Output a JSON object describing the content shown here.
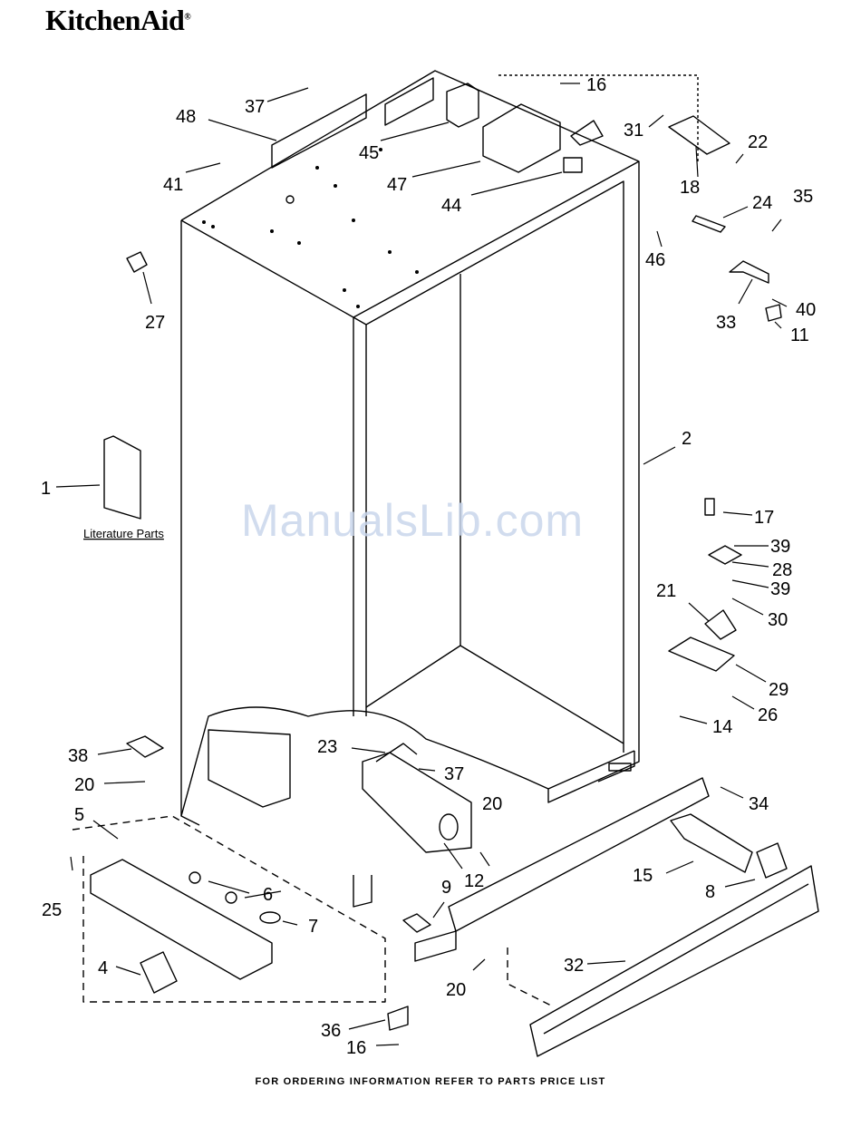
{
  "brand": {
    "name": "KitchenAid",
    "mark": "®"
  },
  "watermark": "ManualsLib.com",
  "footer": "FOR ORDERING INFORMATION REFER TO PARTS PRICE LIST",
  "literature_label": "Literature Parts",
  "callouts": {
    "c1": "1",
    "c2": "2",
    "c4": "4",
    "c5": "5",
    "c6": "6",
    "c7": "7",
    "c8": "8",
    "c9": "9",
    "c11": "11",
    "c12": "12",
    "c14": "14",
    "c15": "15",
    "c16a": "16",
    "c16b": "16",
    "c17": "17",
    "c18": "18",
    "c20a": "20",
    "c20b": "20",
    "c20c": "20",
    "c21": "21",
    "c22": "22",
    "c23": "23",
    "c24": "24",
    "c25": "25",
    "c26": "26",
    "c27": "27",
    "c28": "28",
    "c29": "29",
    "c30": "30",
    "c31": "31",
    "c32": "32",
    "c33": "33",
    "c34": "34",
    "c35": "35",
    "c36": "36",
    "c37a": "37",
    "c37b": "37",
    "c38": "38",
    "c39a": "39",
    "c39b": "39",
    "c40": "40",
    "c41": "41",
    "c44": "44",
    "c45": "45",
    "c46": "46",
    "c47": "47",
    "c48": "48"
  }
}
